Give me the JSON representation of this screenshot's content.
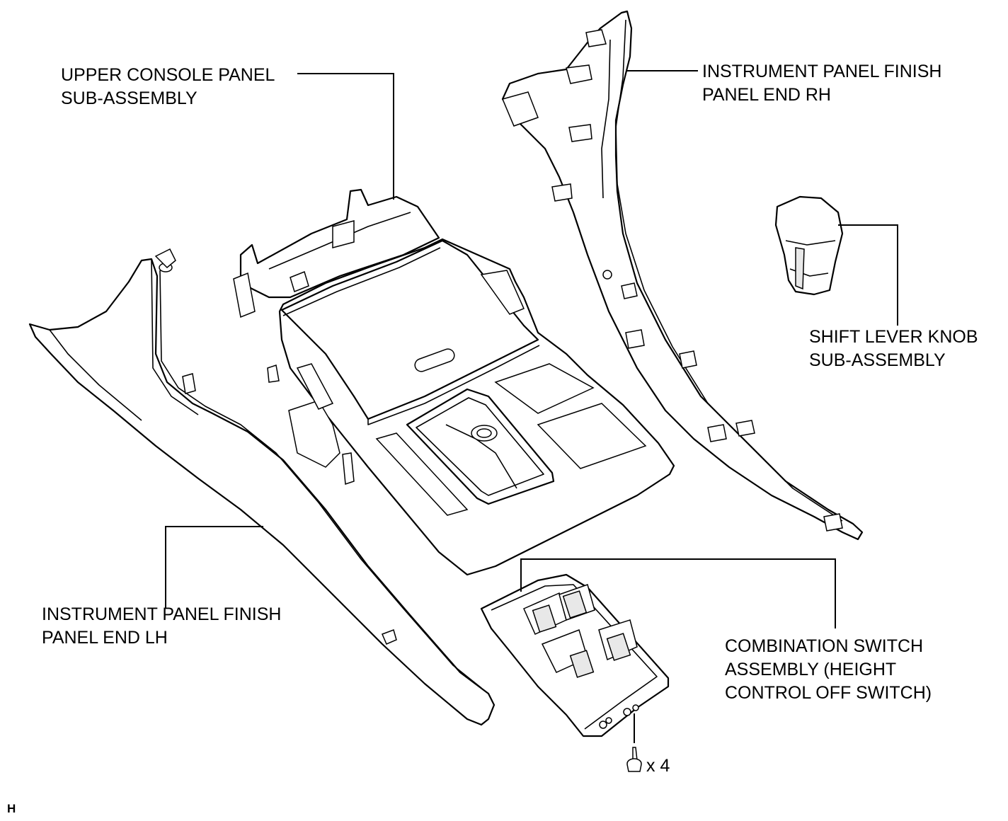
{
  "labels": {
    "upper_console": [
      "UPPER CONSOLE PANEL",
      "SUB-ASSEMBLY"
    ],
    "finish_end_rh": [
      "INSTRUMENT PANEL FINISH",
      "PANEL END RH"
    ],
    "shift_knob": [
      "SHIFT LEVER KNOB",
      "SUB-ASSEMBLY"
    ],
    "finish_end_lh": [
      "INSTRUMENT PANEL FINISH",
      "PANEL END LH"
    ],
    "combination_switch": [
      "COMBINATION SWITCH",
      "ASSEMBLY (HEIGHT",
      "CONTROL OFF SWITCH)"
    ]
  },
  "screw_quantity": "x 4",
  "corner_mark": "H"
}
